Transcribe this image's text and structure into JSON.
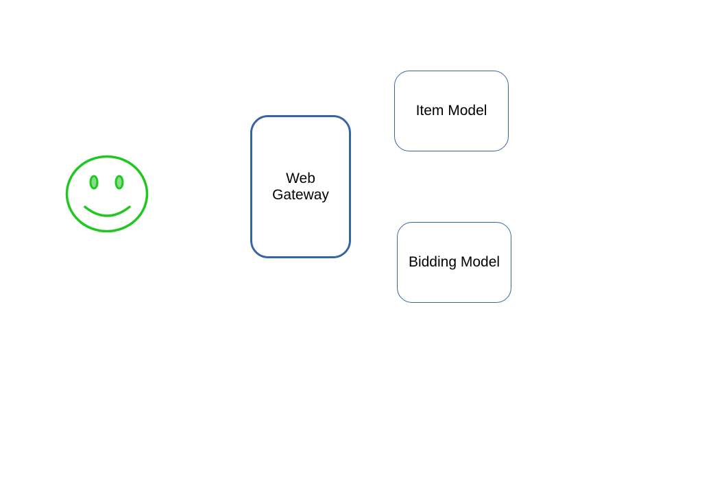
{
  "diagram": {
    "nodes": {
      "user": {
        "icon": "smiley-face-icon",
        "color": "#1ec81e"
      },
      "web_gateway": {
        "label": "Web Gateway",
        "border_color": "#3465a4"
      },
      "item_model": {
        "label": "Item Model",
        "border_color": "#3465a4"
      },
      "bidding_model": {
        "label": "Bidding Model",
        "border_color": "#3465a4"
      }
    }
  }
}
